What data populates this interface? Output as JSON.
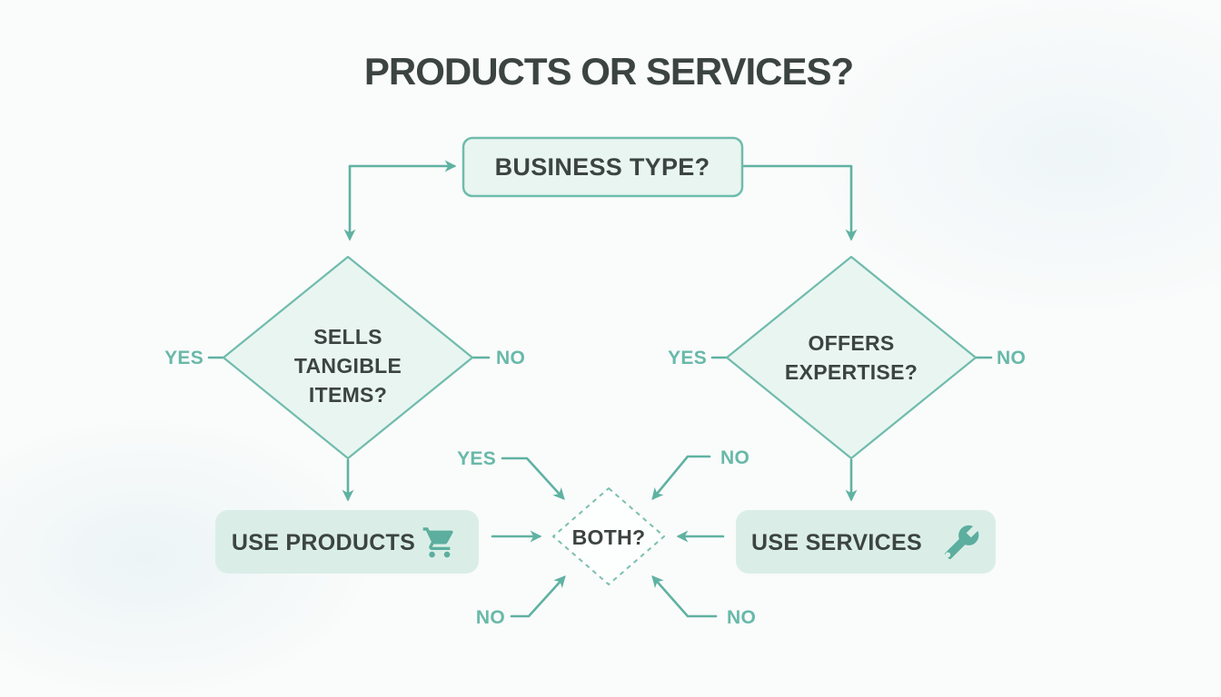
{
  "title": "PRODUCTS OR SERVICES?",
  "colors": {
    "accent": "#5fb2a2",
    "label": "#68b9a9",
    "ink": "#3c4442",
    "node-fill": "#e9f5f1",
    "node-border": "#6fbcac",
    "button-fill": "#daeee7",
    "dash": "#7abfb0",
    "icon": "#5cae9e",
    "bg": "#fafbfb"
  },
  "nodes": {
    "business_type": {
      "label": "BUSINESS TYPE?"
    },
    "left_diamond": {
      "lines": [
        "SELLS",
        "TANGIBLE",
        "ITEMS?"
      ]
    },
    "right_diamond": {
      "lines": [
        "OFFERS",
        "EXPERTISE?"
      ]
    },
    "both_diamond": {
      "label": "BOTH?"
    },
    "use_products": {
      "label": "USE PRODUCTS",
      "icon": "shopping-cart-icon"
    },
    "use_services": {
      "label": "USE SERVICES",
      "icon": "wrench-icon"
    }
  },
  "edge_labels": {
    "left_diamond_yes": "YES",
    "left_diamond_no": "NO",
    "right_diamond_yes": "YES",
    "right_diamond_no": "NO",
    "center_top_left": "YES",
    "center_top_right": "NO",
    "center_bottom_left": "NO",
    "center_bottom_right": "NO"
  }
}
